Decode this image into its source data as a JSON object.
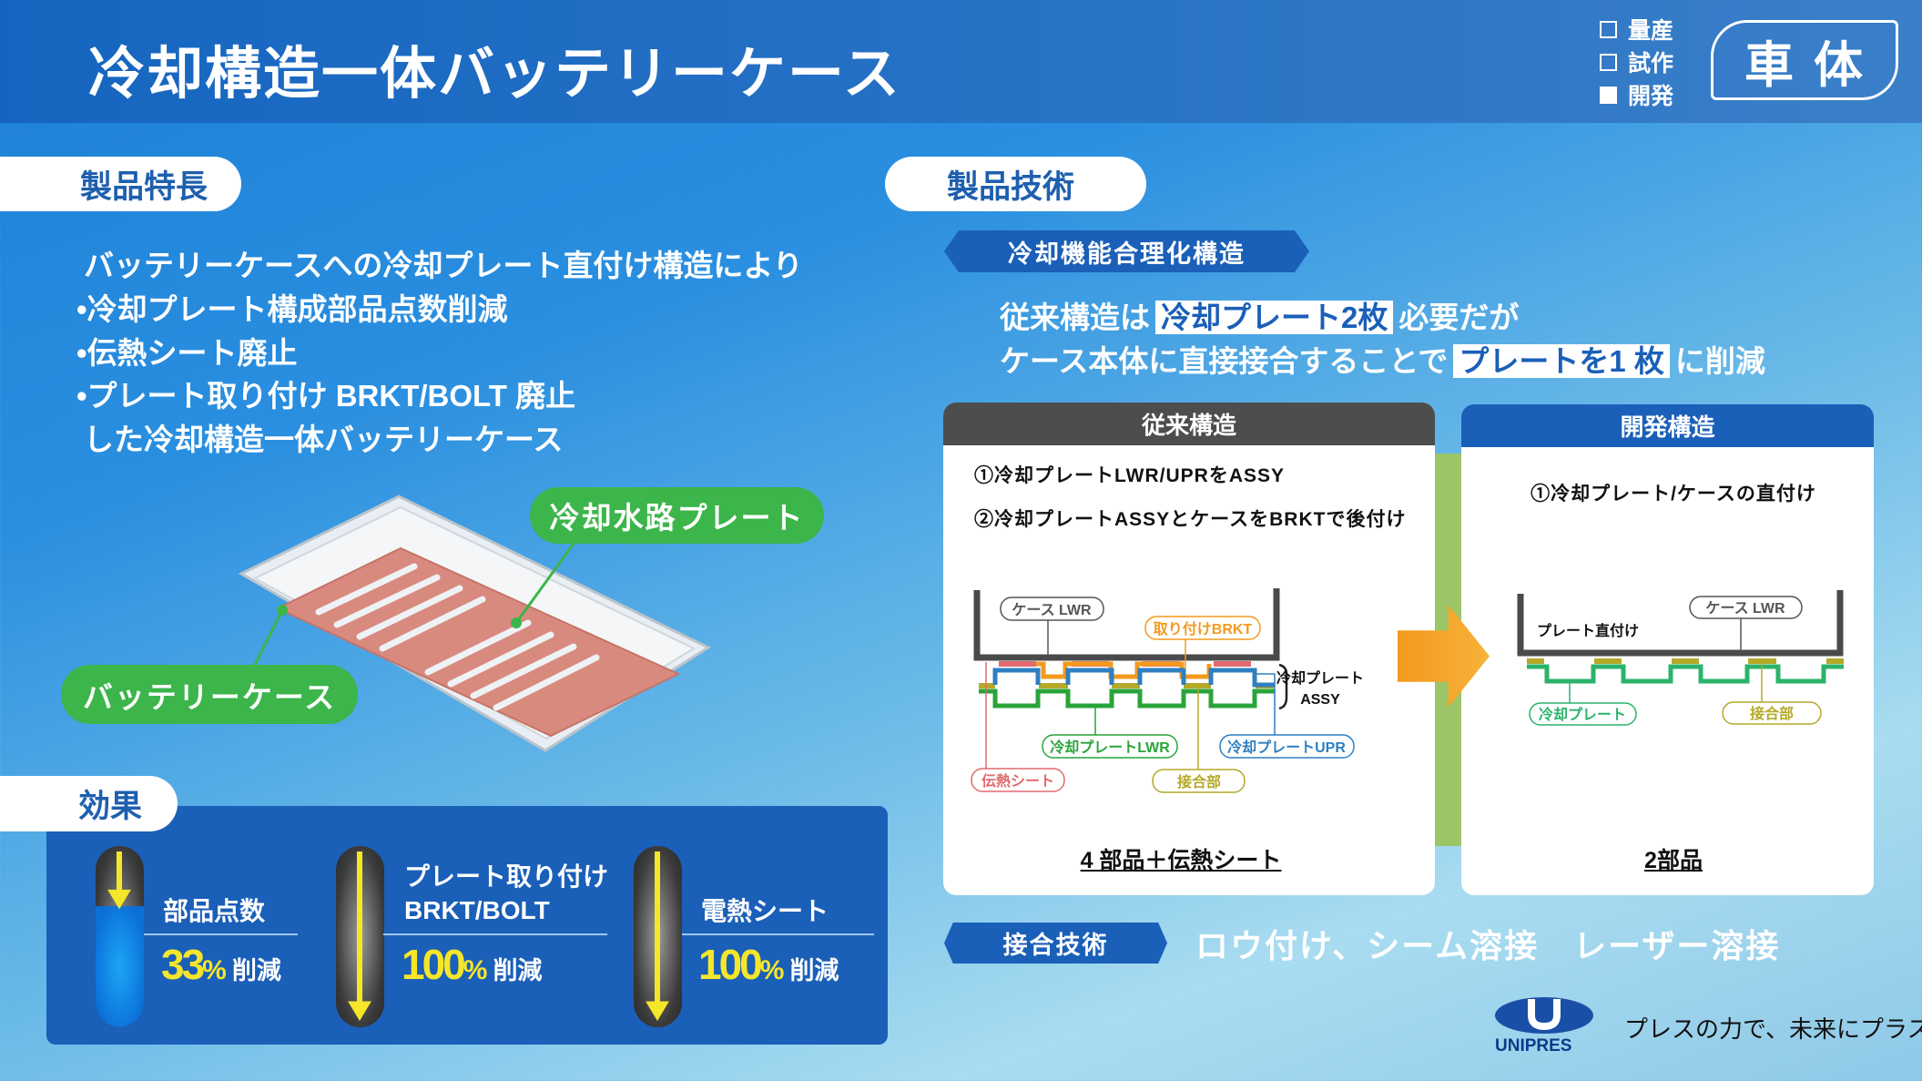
{
  "header": {
    "title": "冷却構造一体バッテリーケース",
    "status": [
      {
        "label": "量産",
        "checked": false
      },
      {
        "label": "試作",
        "checked": false
      },
      {
        "label": "開発",
        "checked": true
      }
    ],
    "category": "車体"
  },
  "features": {
    "heading": "製品特長",
    "lines": [
      "バッテリーケースへの冷却プレート直付け構造により",
      "•冷却プレート構成部品点数削減",
      "•伝熱シート廃止",
      "•プレート取り付け BRKT/BOLT 廃止",
      "した冷却構造一体バッテリーケース"
    ],
    "callout_plate": "冷却水路プレート",
    "callout_case": "バッテリーケース"
  },
  "effects": {
    "heading": "効果",
    "items": [
      {
        "label": [
          "部品点数"
        ],
        "value": "33",
        "unit": "%",
        "suffix": "削減",
        "percent": 33
      },
      {
        "label": [
          "プレート取り付け",
          "BRKT/BOLT"
        ],
        "value": "100",
        "unit": "%",
        "suffix": "削減",
        "percent": 100
      },
      {
        "label": [
          "電熱シート"
        ],
        "value": "100",
        "unit": "%",
        "suffix": "削減",
        "percent": 100
      }
    ]
  },
  "tech": {
    "heading": "製品技術",
    "subheading": "冷却機能合理化構造",
    "line1": [
      "従来構造は",
      "冷却プレート2枚",
      "必要だが"
    ],
    "line2": [
      "ケース本体に直接接合することで",
      "プレートを1 枚",
      "に削減"
    ]
  },
  "conventional": {
    "title": "従来構造",
    "steps": [
      "①冷却プレートLWR/UPRをASSY",
      "②冷却プレートASSYとケースをBRKTで後付け"
    ],
    "labels": {
      "case": "ケース LWR",
      "brkt": "取り付けBRKT",
      "assy1": "冷却プレート",
      "assy2": "ASSY",
      "lwr": "冷却プレートLWR",
      "upr": "冷却プレートUPR",
      "sheet": "伝熱シート",
      "joint": "接合部"
    },
    "total": "4 部品＋伝熱シート"
  },
  "developed": {
    "title": "開発構造",
    "steps": [
      "①冷却プレート/ケースの直付け"
    ],
    "labels": {
      "case": "ケース LWR",
      "direct": "プレート直付け",
      "plate": "冷却プレート",
      "joint": "接合部"
    },
    "total": "2部品"
  },
  "joining": {
    "label": "接合技術",
    "text": "ロウ付け、シーム溶接　レーザー溶接"
  },
  "brand": {
    "logo": "UNIPRES",
    "tagline": "プレスの力で、未来にプラス。"
  },
  "colors": {
    "primary": "#1a5fb8",
    "accent": "#f5e62a",
    "green": "#3cb54a",
    "orange": "#f5a623"
  }
}
